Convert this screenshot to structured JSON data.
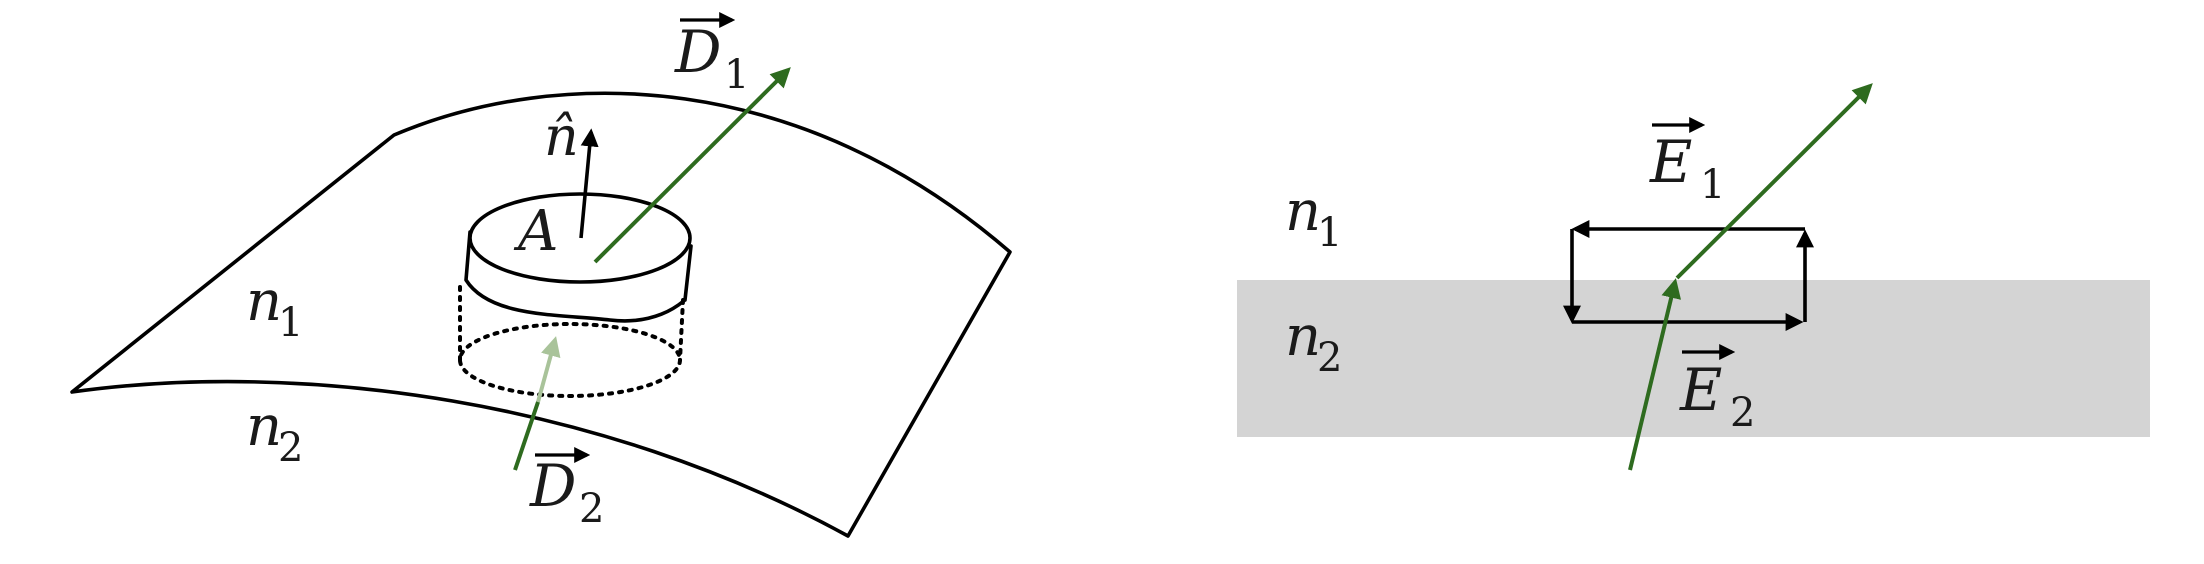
{
  "colors": {
    "ink": "#000000",
    "vector": "#2e6b1f",
    "vector_faint": "#a9c39a",
    "medium": "#d4d4d4"
  },
  "left_panel": {
    "surface_patch": {
      "label_n1_base": "n",
      "label_n1_sub": "1",
      "label_n2_base": "n",
      "label_n2_sub": "2"
    },
    "pillbox": {
      "area_label": "A",
      "normal_label": "n̂"
    },
    "d1": {
      "base": "D",
      "sub": "1"
    },
    "d2": {
      "base": "D",
      "sub": "2"
    }
  },
  "right_panel": {
    "region_n1": {
      "base": "n",
      "sub": "1"
    },
    "region_n2": {
      "base": "n",
      "sub": "2"
    },
    "e1": {
      "base": "E",
      "sub": "1"
    },
    "e2": {
      "base": "E",
      "sub": "2"
    }
  }
}
